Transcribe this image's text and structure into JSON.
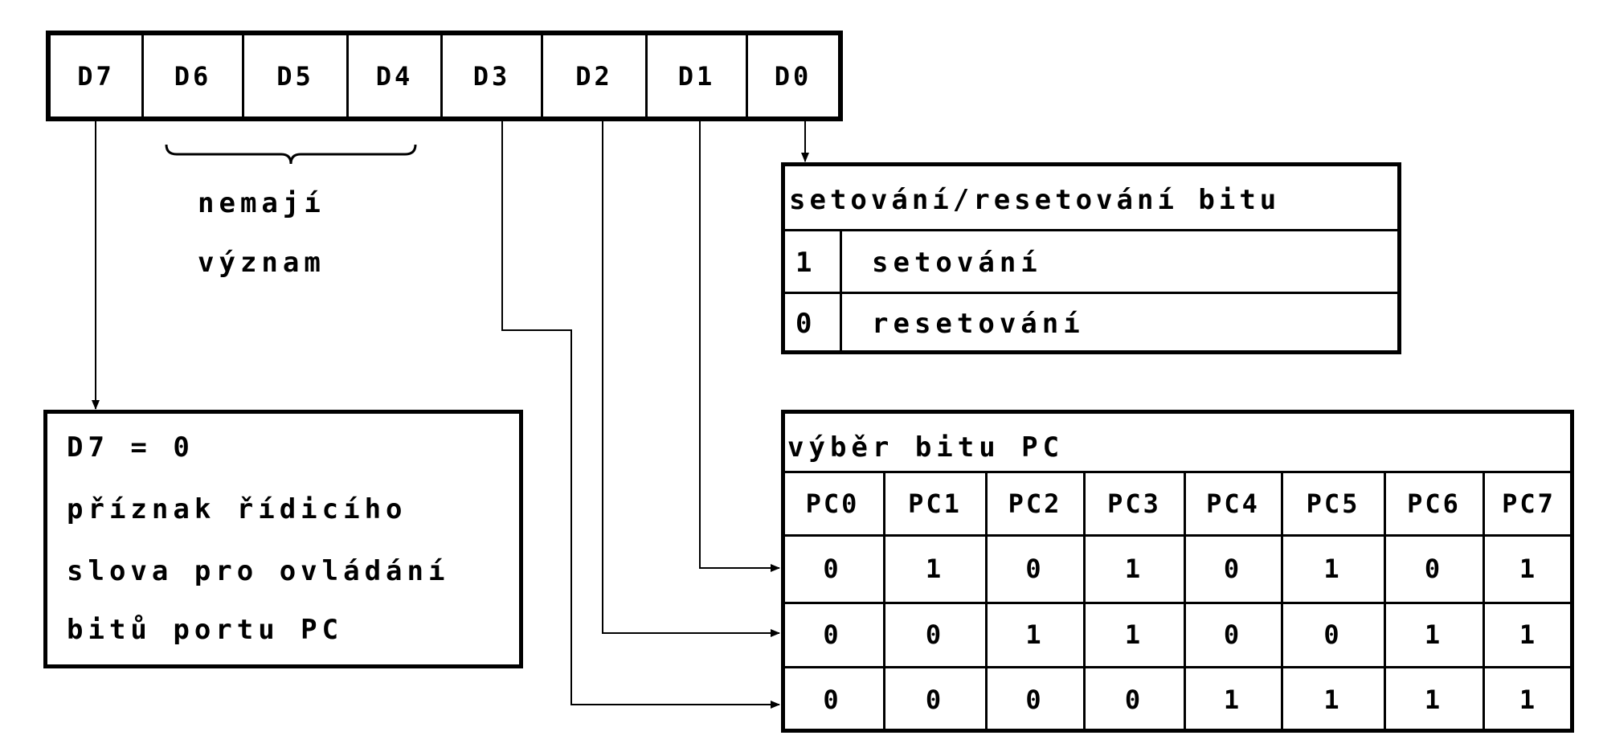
{
  "register": {
    "bits": [
      "D7",
      "D6",
      "D5",
      "D4",
      "D3",
      "D2",
      "D1",
      "D0"
    ]
  },
  "unused_note": {
    "line1": "nemají",
    "line2": "význam"
  },
  "d7_box": {
    "lines": [
      "D7 = 0",
      "příznak řídicího",
      "slova pro ovládání",
      "bitů portu PC"
    ]
  },
  "set_reset_table": {
    "title": "setování/resetování bitu",
    "rows": [
      {
        "value": "1",
        "label": "setování"
      },
      {
        "value": "0",
        "label": "resetování"
      }
    ]
  },
  "bit_select_table": {
    "title": "výběr bitu PC",
    "headers": [
      "PC0",
      "PC1",
      "PC2",
      "PC3",
      "PC4",
      "PC5",
      "PC6",
      "PC7"
    ],
    "rows": [
      {
        "source": "D1",
        "values": [
          "0",
          "1",
          "0",
          "1",
          "0",
          "1",
          "0",
          "1"
        ]
      },
      {
        "source": "D2",
        "values": [
          "0",
          "0",
          "1",
          "1",
          "0",
          "0",
          "1",
          "1"
        ]
      },
      {
        "source": "D3",
        "values": [
          "0",
          "0",
          "0",
          "0",
          "1",
          "1",
          "1",
          "1"
        ]
      }
    ]
  }
}
